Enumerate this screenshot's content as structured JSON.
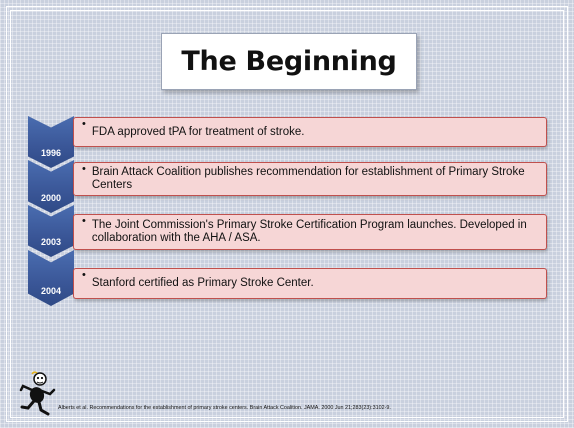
{
  "slide": {
    "title": "The Beginning",
    "timeline": [
      {
        "year": "1996",
        "text": "FDA approved tPA for treatment of stroke."
      },
      {
        "year": "2000",
        "text": "Brain Attack Coalition publishes recommendation for establishment of Primary Stroke Centers"
      },
      {
        "year": "2003",
        "text": "The Joint Commission's Primary Stroke Certification Program launches.  Developed in collaboration with the AHA / ASA."
      },
      {
        "year": "2004",
        "text": "Stanford certified as Primary Stroke Center."
      }
    ],
    "citation": "Alberts et al.  Recommendations for the establishment of primary stroke centers. Brain Attack Coalition.  JAMA.  2000 Jun 21;283(23):3102-9.",
    "bullet": "•"
  },
  "colors": {
    "chevron": "#3a5697",
    "box_fill": "#f6d6d6",
    "box_border": "#c0504d",
    "background": "#c9d0de"
  },
  "icons": [
    "running-stick-figure-icon"
  ]
}
